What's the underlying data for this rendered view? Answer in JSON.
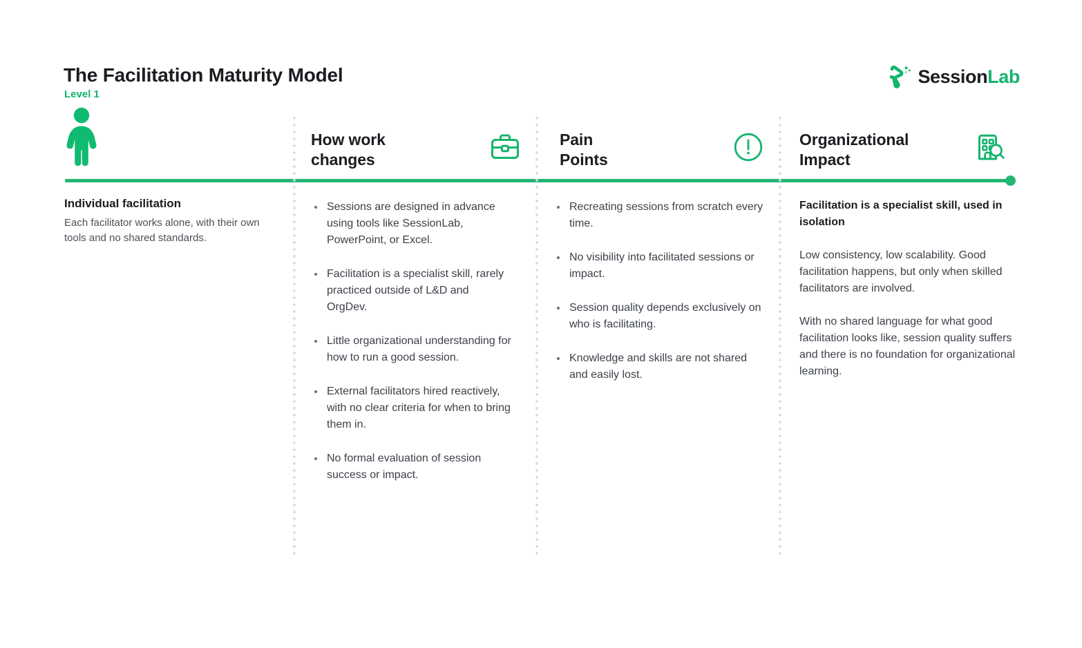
{
  "header": {
    "title": "The Facilitation Maturity Model",
    "level": "Level 1",
    "brand_name_part1": "Session",
    "brand_name_part2": "Lab",
    "accent_color": "#12b56c",
    "rule_color": "#23b574",
    "heading_color": "#1c1c21",
    "body_color": "#3c4149"
  },
  "columns": {
    "stage": {
      "icon": "person-icon",
      "title": "Individual facilitation",
      "description": "Each facilitator works alone, with their own tools and no shared standards."
    },
    "how_work_changes": {
      "heading": "How work\nchanges",
      "icon": "briefcase-icon",
      "bullets": [
        "Sessions are designed in advance using tools like SessionLab, PowerPoint, or Excel.",
        "Facilitation is a specialist skill, rarely practiced outside of L&D and OrgDev.",
        "Little organizational understanding for how to run a good session.",
        "External facilitators hired reactively, with no clear criteria for when to bring them in.",
        "No formal evaluation of session success or impact."
      ]
    },
    "pain_points": {
      "heading": "Pain\nPoints",
      "icon": "exclamation-circle-icon",
      "bullets": [
        "Recreating sessions from scratch every time.",
        "No visibility into facilitated sessions or impact.",
        "Session quality depends exclusively on who is facilitating.",
        "Knowledge and skills are not shared and easily lost."
      ]
    },
    "organizational_impact": {
      "heading": "Organizational\nImpact",
      "icon": "building-search-icon",
      "title": "Facilitation is a specialist skill, used in isolation",
      "paragraphs": [
        "Low consistency, low scalability. Good facilitation happens, but only when skilled facilitators are involved.",
        "With no shared language for what good facilitation looks like, session quality suffers and there is no foundation for organizational learning."
      ]
    }
  }
}
